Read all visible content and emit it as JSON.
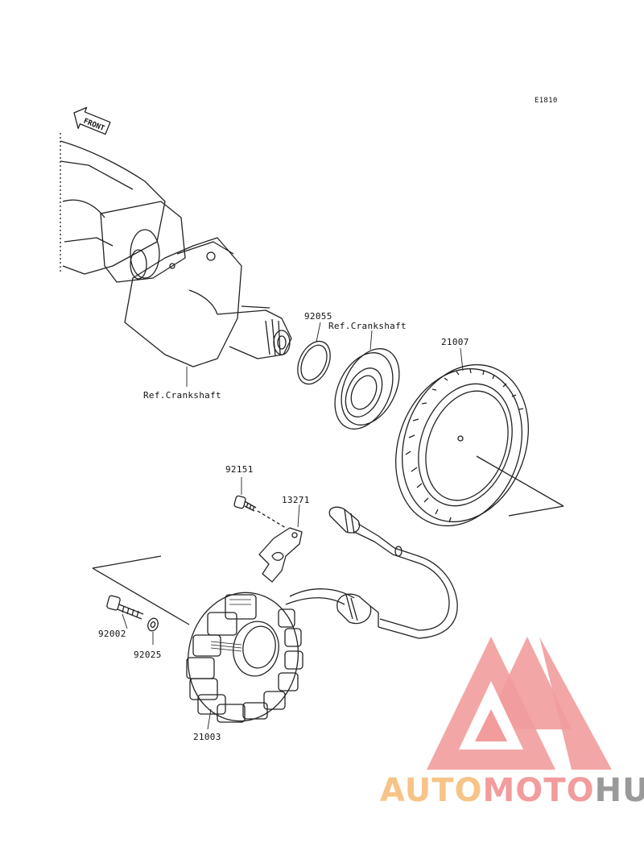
{
  "diagram_code": "E1810",
  "front_label": "FRONT",
  "labels": {
    "p92055": "92055",
    "p21007": "21007",
    "p92151": "92151",
    "p13271": "13271",
    "p92002": "92002",
    "p92025": "92025",
    "p21003": "21003",
    "ref_crank_top": "Ref.Crankshaft",
    "ref_crank_bottom": "Ref.Crankshaft"
  },
  "watermark": {
    "part1": "AUTO",
    "part2": "MOTO",
    "part3": "HUB",
    "color_auto": "#f7c487",
    "color_moto": "#f29c9c",
    "color_hub": "#9a9a9a"
  }
}
